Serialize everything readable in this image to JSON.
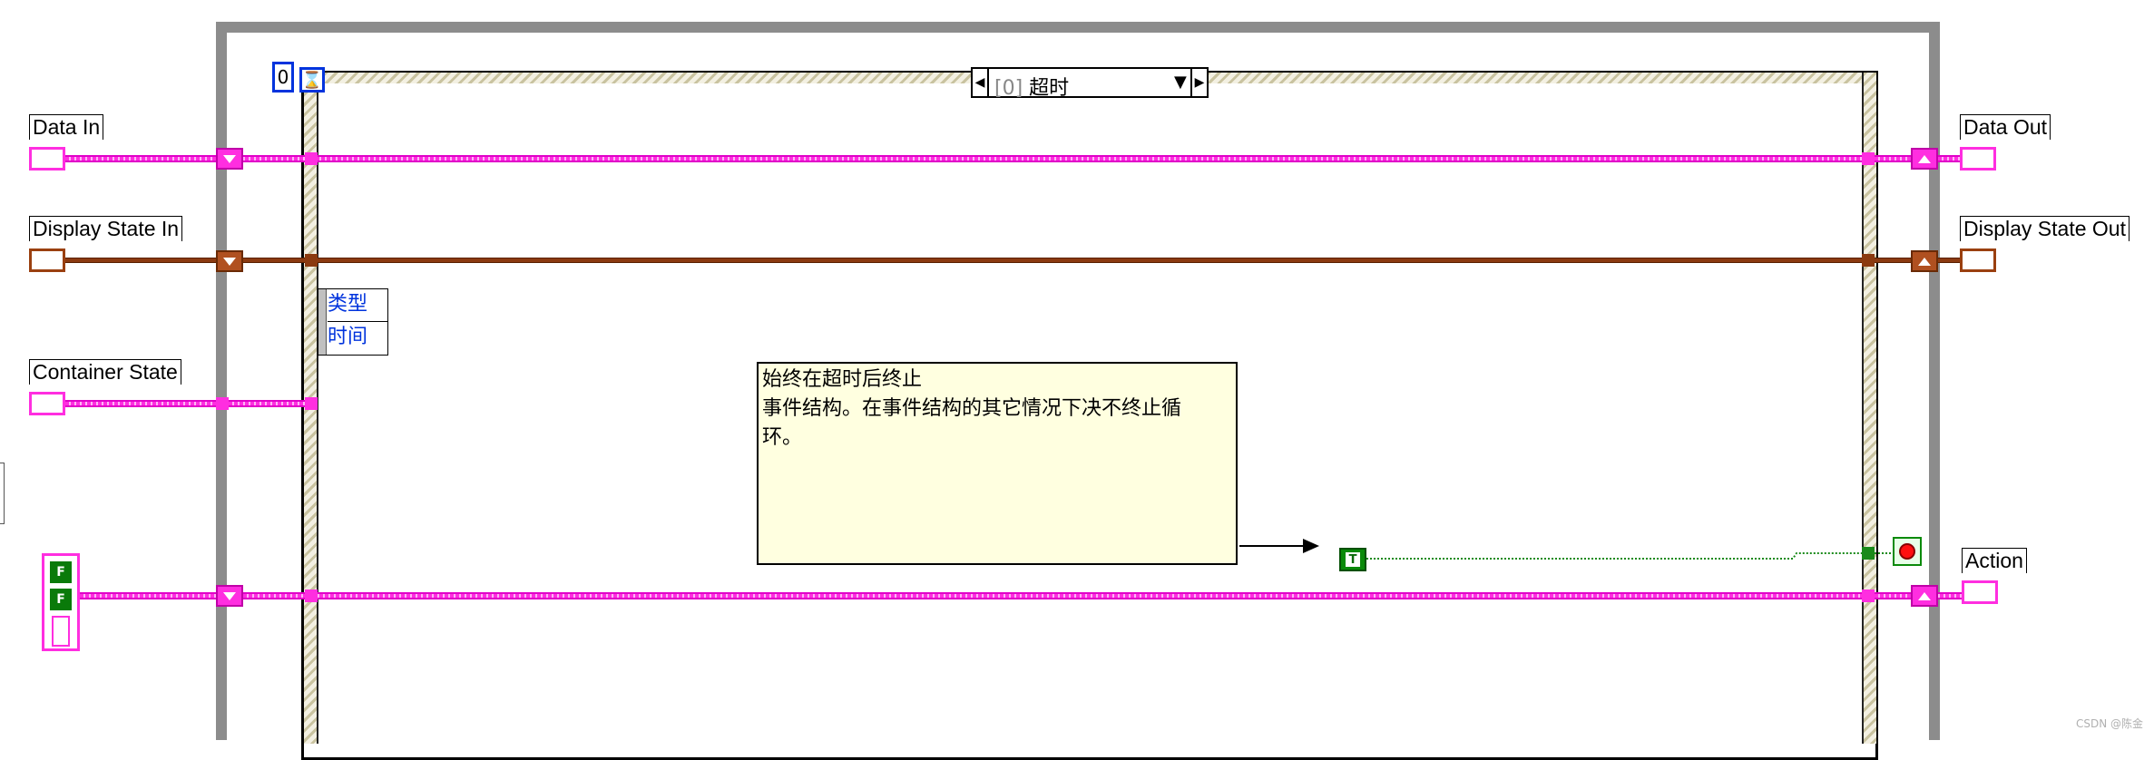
{
  "loop": {
    "iteration_label": "0",
    "timeout_symbol": "⌛"
  },
  "event_selector": {
    "case_index": "[0]",
    "case_name": "超时",
    "prev_arrow": "◀",
    "next_arrow": "▶",
    "dropdown_arrow": "▼"
  },
  "event_data_node": {
    "field1": "类型",
    "field2": "时间"
  },
  "inputs": {
    "data_in": "Data In",
    "display_state_in": "Display State In",
    "container_state": "Container State"
  },
  "outputs": {
    "data_out": "Data Out",
    "display_state_out": "Display State Out",
    "action": "Action"
  },
  "comment": "始终在超时后终止\n事件结构。在事件结构的其它情况下决不终止循\n环。",
  "boolean_constant": "T",
  "array_constant": [
    "F",
    "F"
  ],
  "colors": {
    "cluster_wire": "#ff2ee0",
    "display_state_wire": "#8b3a10",
    "boolean_wire": "#1a8a1a",
    "structure_frame": "#8c8c8c"
  },
  "watermark": "CSDN @陈金"
}
